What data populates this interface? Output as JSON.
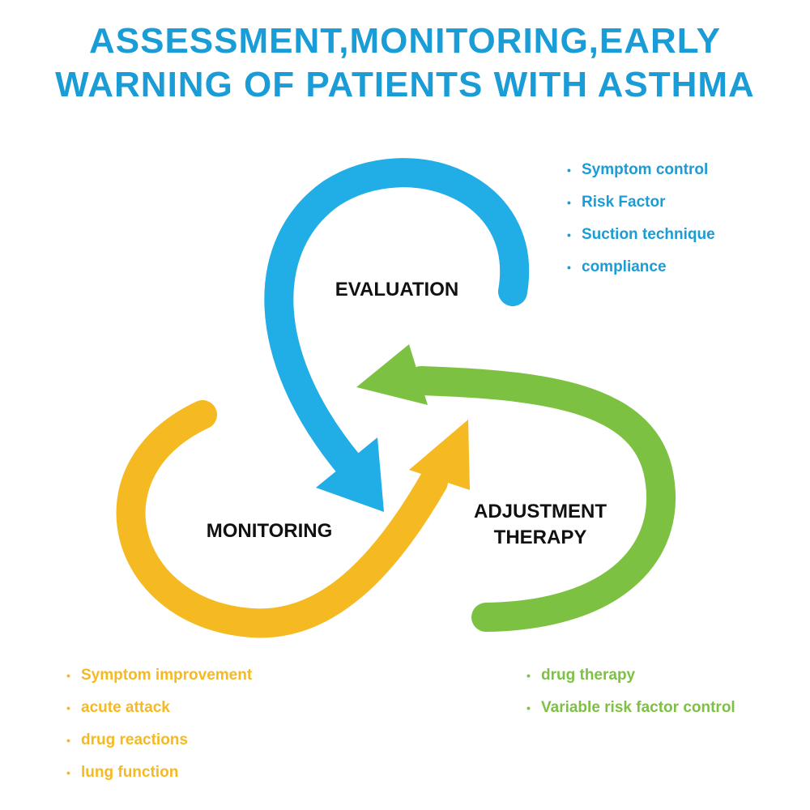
{
  "title": {
    "line1": "ASSESSMENT,MONITORING,EARLY",
    "line2": "WARNING OF PATIENTS WITH ASTHMA"
  },
  "colors": {
    "title": "#1a9dd6",
    "evaluation": "#21ade6",
    "monitoring": "#f5b921",
    "adjustment": "#7dc142",
    "label": "#111111"
  },
  "nodes": {
    "evaluation": {
      "label": "EVALUATION"
    },
    "monitoring": {
      "label": "MONITORING"
    },
    "adjustment": {
      "line1": "ADJUSTMENT",
      "line2": "THERAPY"
    }
  },
  "bullets": {
    "evaluation": [
      "Symptom control",
      "Risk Factor",
      "Suction technique",
      "compliance"
    ],
    "monitoring": [
      "Symptom improvement",
      "acute attack",
      "drug reactions",
      "lung function"
    ],
    "adjustment": [
      "drug therapy",
      "Variable risk factor control"
    ]
  },
  "bullet_glyph": "•"
}
